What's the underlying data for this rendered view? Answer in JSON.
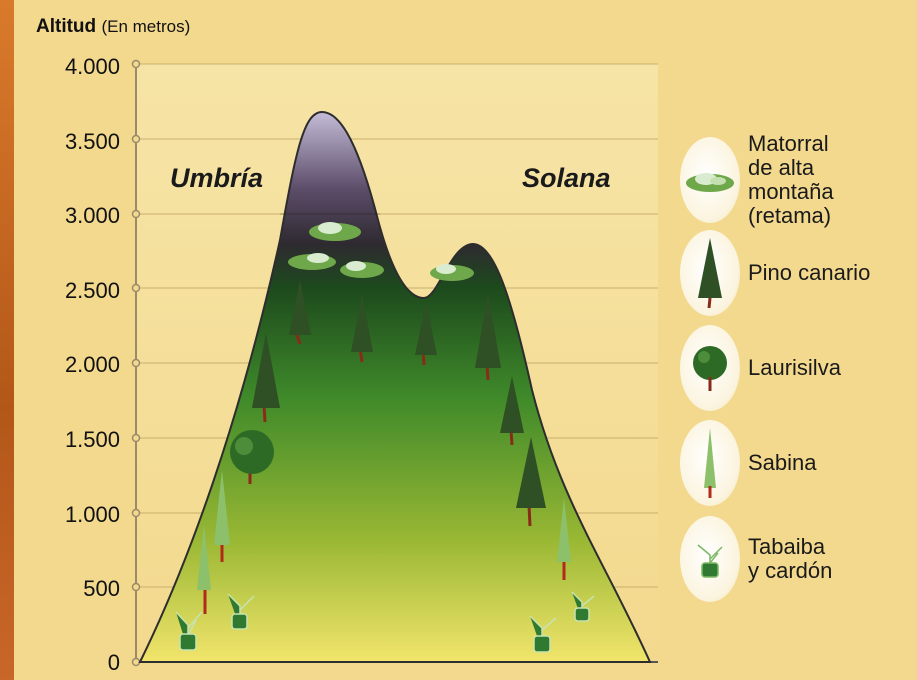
{
  "axis": {
    "title_bold": "Altitud",
    "title_unit": "(En metros)",
    "ticks": [
      "4.000",
      "3.500",
      "3.000",
      "2.500",
      "2.000",
      "1.500",
      "1.000",
      "500",
      "0"
    ]
  },
  "slopes": {
    "left": "Umbría",
    "right": "Solana"
  },
  "legend": [
    {
      "label": "Matorral\nde alta\nmontaña\n(retama)",
      "icon": "shrub-icon"
    },
    {
      "label": "Pino canario",
      "icon": "pine-icon"
    },
    {
      "label": "Laurisilva",
      "icon": "laurel-tree-icon"
    },
    {
      "label": "Sabina",
      "icon": "juniper-icon"
    },
    {
      "label": "Tabaiba\ny cardón",
      "icon": "succulent-icon"
    }
  ],
  "colors": {
    "background": "#f3d98e",
    "summit": "#3a2d4a",
    "forest": "#3f8a2a",
    "base": "#f0e06a"
  }
}
